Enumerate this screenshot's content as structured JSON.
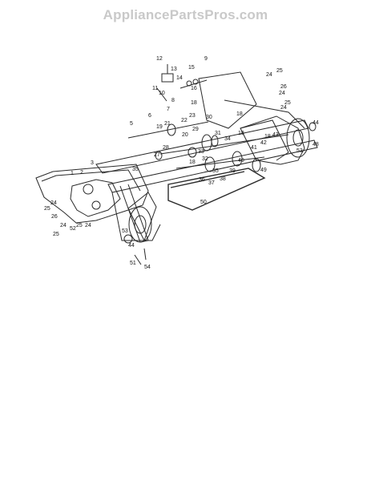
{
  "header": {
    "watermark": "AppliancePartsPros.com"
  },
  "diagram": {
    "type": "exploded-parts-view",
    "line_color": "#2a2a2a",
    "callouts": [
      "1",
      "2",
      "3",
      "5",
      "6",
      "7",
      "8",
      "9",
      "10",
      "11",
      "12",
      "13",
      "14",
      "15",
      "16",
      "18",
      "19",
      "20",
      "21",
      "22",
      "23",
      "24",
      "25",
      "26",
      "27",
      "28",
      "29",
      "30",
      "31",
      "32",
      "33",
      "34",
      "35",
      "36",
      "37",
      "38",
      "39",
      "40",
      "41",
      "42",
      "43",
      "44",
      "48",
      "49",
      "50",
      "51",
      "52",
      "53",
      "54"
    ]
  }
}
